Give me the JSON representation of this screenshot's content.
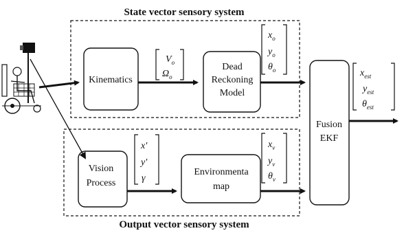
{
  "titles": {
    "state": "State vector sensory system",
    "output": "Output vector sensory system"
  },
  "blocks": {
    "kinematics": "Kinematics",
    "dead_reckoning": [
      "Dead",
      "Reckoning",
      "Model"
    ],
    "vision": [
      "Vision",
      "Process"
    ],
    "env_map": [
      "Environmenta",
      "map"
    ],
    "fusion": [
      "Fusion",
      "EKF"
    ]
  },
  "vectors": {
    "kin_out": [
      {
        "base": "V",
        "sub": "o"
      },
      {
        "base": "Ω",
        "sub": "o"
      }
    ],
    "dr_out": [
      {
        "base": "x",
        "sub": "o"
      },
      {
        "base": "y",
        "sub": "o"
      },
      {
        "base": "θ",
        "sub": "o"
      }
    ],
    "vis_out": [
      {
        "base": "x'",
        "sub": ""
      },
      {
        "base": "y'",
        "sub": ""
      },
      {
        "base": "γ",
        "sub": ""
      }
    ],
    "env_out": [
      {
        "base": "x",
        "sub": "v"
      },
      {
        "base": "y",
        "sub": "v"
      },
      {
        "base": "θ",
        "sub": "v"
      }
    ],
    "fusion_out": [
      {
        "base": "x",
        "sub": "est"
      },
      {
        "base": "y",
        "sub": "est"
      },
      {
        "base": "θ",
        "sub": "est"
      }
    ]
  },
  "icon": "wheelchair-robot-icon"
}
